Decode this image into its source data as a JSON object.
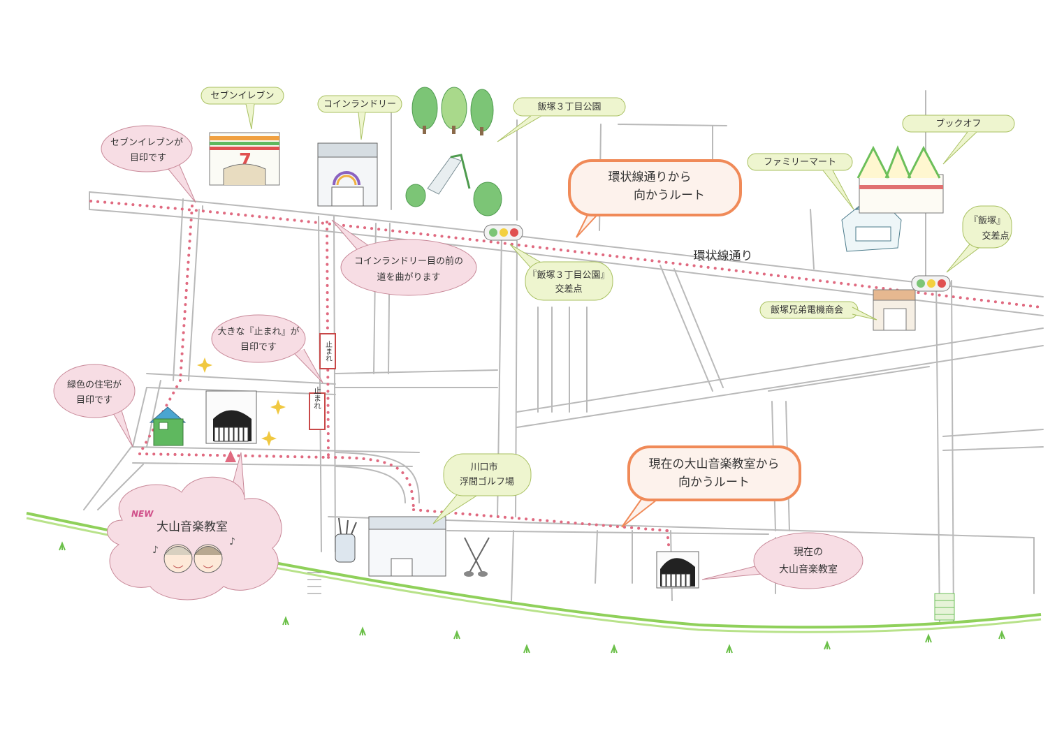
{
  "map": {
    "labels": {
      "seven_eleven": "セブンイレブン",
      "coin_laundry": "コインランドリー",
      "park": "飯塚３丁目公園",
      "family_mart": "ファミリーマート",
      "book_off": "ブックオフ",
      "iizuka_crossing_line1": "『飯塚』",
      "iizuka_crossing_line2": "交差点",
      "electric_shop": "飯塚兄弟電機商会",
      "golf_line1": "川口市",
      "golf_line2": "浮間ゴルフ場",
      "park_crossing_line1": "『飯塚３丁目公園』",
      "park_crossing_line2": "交差点",
      "ring_road": "環状線通り"
    },
    "callouts": {
      "seven_eleven_landmark_line1": "セブンイレブンが",
      "seven_eleven_landmark_line2": "目印です",
      "laundry_turn_line1": "コインランドリー目の前の",
      "laundry_turn_line2": "道を曲がります",
      "stop_landmark_line1": "大きな『止まれ』が",
      "stop_landmark_line2": "目印です",
      "green_house_line1": "緑色の住宅が",
      "green_house_line2": "目印です",
      "ring_route_line1": "環状線通りから",
      "ring_route_line2": "向かうルート",
      "current_route_line1": "現在の大山音楽教室から",
      "current_route_line2": "向かうルート",
      "current_school_line1": "現在の",
      "current_school_line2": "大山音楽教室"
    },
    "new_school": {
      "badge": "NEW",
      "name": "大山音楽教室"
    },
    "road_signs": {
      "stop_sign_1": "止まれ",
      "stop_sign_2": "止まれ"
    },
    "colors": {
      "route": "#e06a80",
      "callout_pink": "#f7dde4",
      "callout_green": "#eef5cf",
      "callout_orange": "#f08a58",
      "grass": "#8fd05a",
      "tree": "#6dbf6d",
      "house_green": "#5fb85f"
    }
  }
}
